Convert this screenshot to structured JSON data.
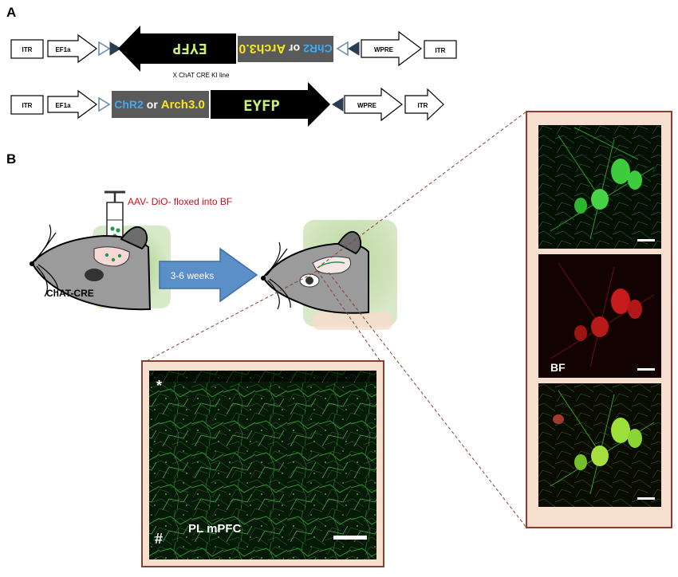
{
  "panel_labels": {
    "a": "A",
    "b": "B"
  },
  "construct_top": {
    "itr_left": "ITR",
    "promoter": "EF1a",
    "reporter": "EYFP",
    "opsin_part1": "ChR2",
    "opsin_or": "or",
    "opsin_part2": "Arch3.0",
    "wpre": "WPRE",
    "itr_right": "ITR"
  },
  "cross_text": "X ChAT CRE KI line",
  "construct_bottom": {
    "itr_left": "ITR",
    "promoter": "EF1a",
    "opsin_part1": "ChR2",
    "opsin_or": "or",
    "opsin_part2": "Arch3.0",
    "reporter": "EYFP",
    "wpre": "WPRE",
    "itr_right": "ITR"
  },
  "injection_label": "AAV- DiO- floxed into BF",
  "mouse_label": "ChAT-CRE",
  "time_arrow_label": "3-6 weeks",
  "micrograph_labels": {
    "star": "*",
    "hash": "#",
    "region": "PL mPFC",
    "bf": "BF"
  },
  "colors": {
    "chr2_blue": "#3fa9f5",
    "arch_yellow": "#f7e51e",
    "eyfp_text": "#c8f078",
    "frame_border": "#8a3f2e",
    "frame_fill": "#f6dfcf",
    "arrow_blue": "#5b8fc8",
    "injection_red": "#c0141c"
  },
  "icons": [
    "mouse-head",
    "syringe",
    "loxp-triangle",
    "block-arrow"
  ]
}
